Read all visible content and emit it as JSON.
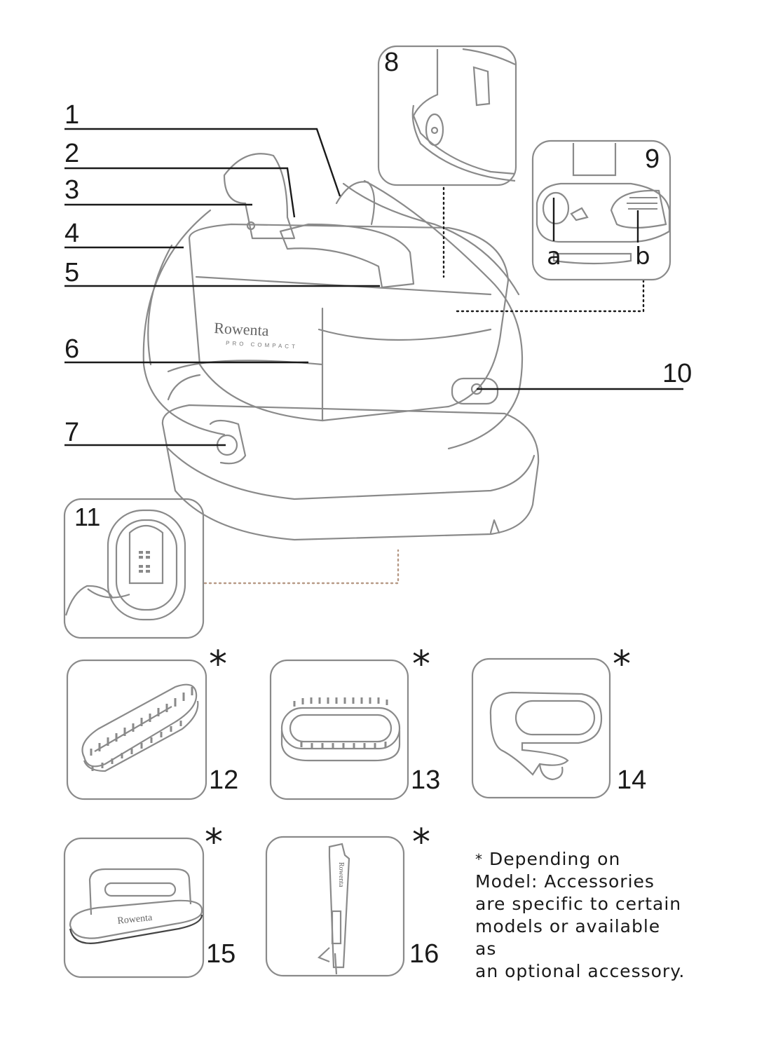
{
  "callouts": {
    "c1": "1",
    "c2": "2",
    "c3": "3",
    "c4": "4",
    "c5": "5",
    "c6": "6",
    "c7": "7",
    "c8": "8",
    "c9": "9",
    "c10": "10",
    "c11": "11",
    "c12": "12",
    "c13": "13",
    "c14": "14",
    "c15": "15",
    "c16": "16",
    "a": "a",
    "b": "b"
  },
  "brand": {
    "logo": "Rowenta",
    "model": "PRO COMPACT"
  },
  "asterisk": "*",
  "note": {
    "line1": "Depending on",
    "line2": "Model:  Accessories",
    "line3": "are specific to certain",
    "line4": "models or available as",
    "line5": "an optional accessory."
  },
  "colors": {
    "line": "#1a1a1a",
    "outline": "#8a8a8a",
    "dotted_accent": "#b79a86"
  }
}
